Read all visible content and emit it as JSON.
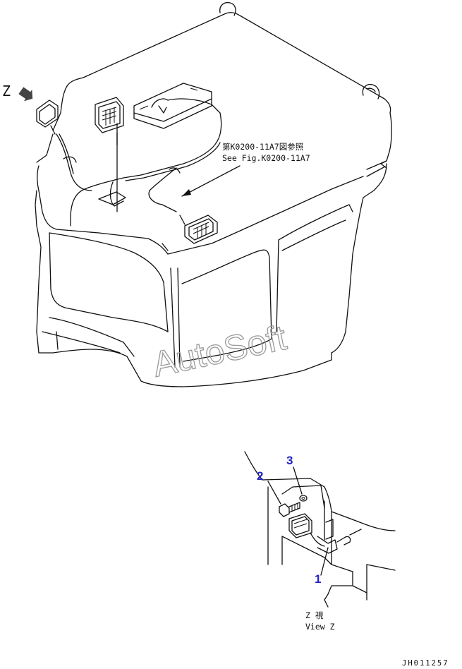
{
  "view_marker": "Z",
  "reference_note": {
    "japanese": "第K0200-11A7図参照",
    "english": "See Fig.K0200-11A7"
  },
  "callouts": [
    "1",
    "2",
    "3"
  ],
  "detail_view": {
    "japanese": "Z 視",
    "english": "View Z"
  },
  "watermark": "AutoSoft",
  "drawing_id": "JH011257",
  "colors": {
    "line": "#111111",
    "callout": "#2323c8",
    "watermark": "#9a9a9a"
  }
}
